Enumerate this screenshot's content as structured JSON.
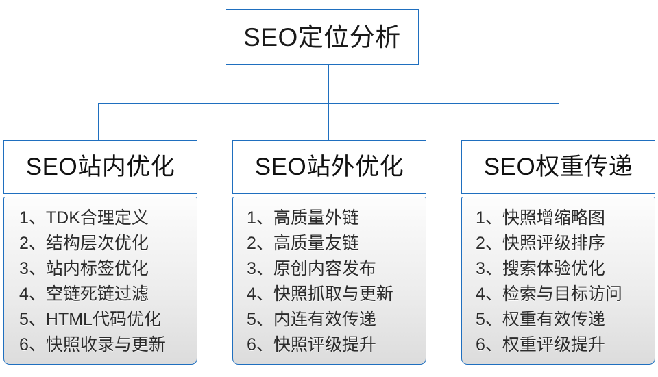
{
  "diagram": {
    "title": "SEO定位分析",
    "accent_color": "#1F6FBF",
    "text_color": "#1a1a1a",
    "root": {
      "label": "SEO定位分析"
    },
    "branches": [
      {
        "header": "SEO站内优化",
        "items": [
          "1、TDK合理定义",
          "2、结构层次优化",
          "3、站内标签优化",
          "4、空链死链过滤",
          "5、HTML代码优化",
          "6、快照收录与更新"
        ]
      },
      {
        "header": "SEO站外优化",
        "items": [
          "1、高质量外链",
          "2、高质量友链",
          "3、原创内容发布",
          "4、快照抓取与更新",
          "5、内连有效传递",
          "6、快照评级提升"
        ]
      },
      {
        "header": "SEO权重传递",
        "items": [
          "1、快照增缩略图",
          "2、快照评级排序",
          "3、搜索体验优化",
          "4、检索与目标访问",
          "5、权重有效传递",
          "6、权重评级提升"
        ]
      }
    ]
  }
}
